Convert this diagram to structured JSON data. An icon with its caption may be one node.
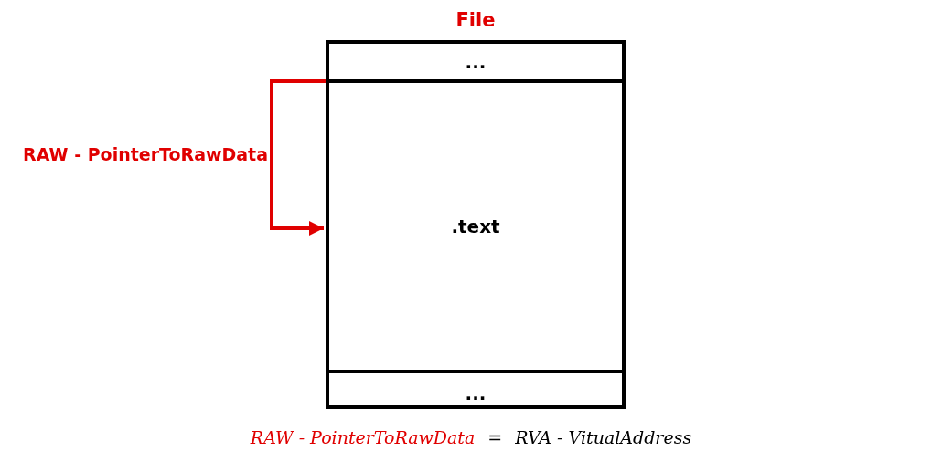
{
  "diagram": {
    "nodes": [
      {
        "text": [
          "File"
        ]
      },
      {
        "text": [
          "..."
        ],
        "in": 0
      },
      {
        "text": [
          ".text"
        ],
        "in": 0
      },
      {
        "text": [
          "..."
        ],
        "in": 0
      }
    ],
    "edges": [
      {
        "from": 2,
        "to": 2,
        "arrow": "to",
        "label": "RAW - PointerToRawData",
        "color": "#e00000"
      }
    ],
    "labels": [
      "RAW - PointerToRawData",
      "=",
      "RVA - VitualAddress"
    ]
  }
}
